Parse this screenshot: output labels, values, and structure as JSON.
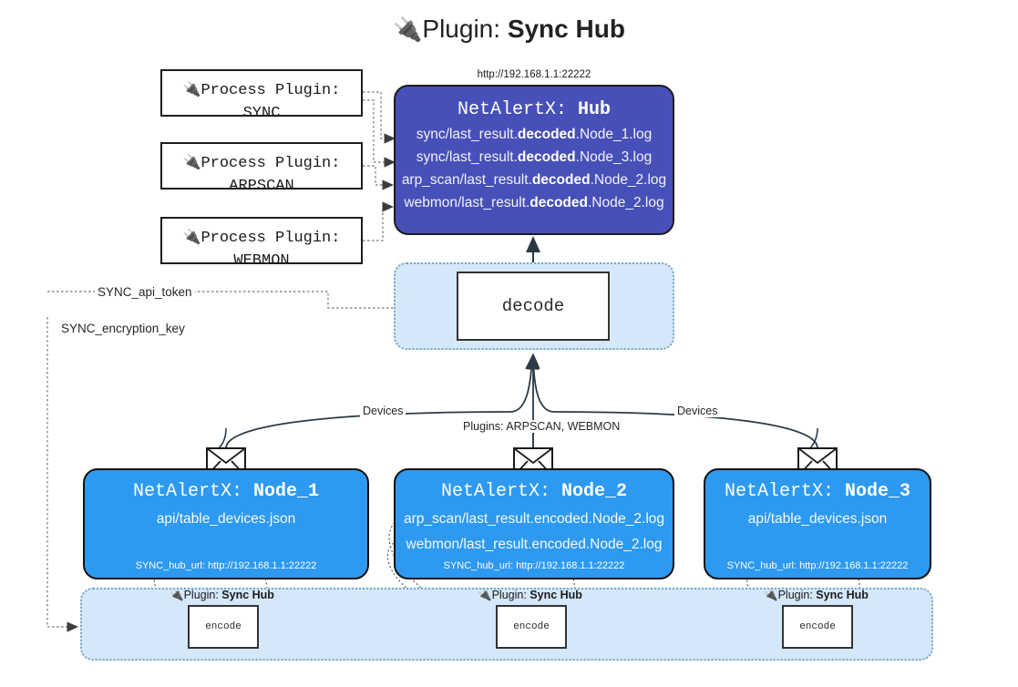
{
  "title": {
    "icon": "electric-plug-icon",
    "icon_glyph": "🔌",
    "prefix": "Plugin: ",
    "name": "Sync Hub"
  },
  "colors": {
    "hub_fill": "#4750b8",
    "node_fill": "#2e99f0",
    "cluster_fill": "#d4e8fa",
    "cluster_border": "#7aa7c7",
    "box_border": "#1d1d1d",
    "page_background": "#ffffff"
  },
  "process_plugins": [
    {
      "header": "Process Plugin:",
      "name": "SYNC",
      "icon": "electric-plug-icon"
    },
    {
      "header": "Process Plugin:",
      "name": "ARPSCAN",
      "icon": "electric-plug-icon"
    },
    {
      "header": "Process Plugin:",
      "name": "WEBMON",
      "icon": "electric-plug-icon"
    }
  ],
  "hub": {
    "url": "http://192.168.1.1:22222",
    "title_prefix": "NetAlertX: ",
    "title_name": "Hub",
    "lines": [
      {
        "pre": "sync/last_result.",
        "mid": "decoded",
        "post": ".Node_1.log"
      },
      {
        "pre": "sync/last_result.",
        "mid": "decoded",
        "post": ".Node_3.log"
      },
      {
        "pre": "arp_scan/last_result.",
        "mid": "decoded",
        "post": ".Node_2.log"
      },
      {
        "pre": "webmon/last_result.",
        "mid": "decoded",
        "post": ".Node_2.log"
      }
    ]
  },
  "decode": {
    "label": "decode"
  },
  "settings": {
    "api_token": "SYNC_api_token",
    "encryption_key": "SYNC_encryption_key"
  },
  "edges": {
    "devices_left": "Devices",
    "devices_right": "Devices",
    "plugins_center": "Plugins: ARPSCAN, WEBMON"
  },
  "nodes": [
    {
      "title_prefix": "NetAlertX: ",
      "title_name": "Node_1",
      "lines": [
        "api/table_devices.json"
      ],
      "footer": "SYNC_hub_url: http://192.168.1.1:22222",
      "mail_icon": "envelope-icon"
    },
    {
      "title_prefix": "NetAlertX: ",
      "title_name": "Node_2",
      "lines": [
        "arp_scan/last_result.encoded.Node_2.log",
        "webmon/last_result.encoded.Node_2.log"
      ],
      "footer": "SYNC_hub_url: http://192.168.1.1:22222",
      "mail_icon": "envelope-icon"
    },
    {
      "title_prefix": "NetAlertX: ",
      "title_name": "Node_3",
      "lines": [
        "api/table_devices.json"
      ],
      "footer": "SYNC_hub_url: http://192.168.1.1:22222",
      "mail_icon": "envelope-icon"
    }
  ],
  "encoders": [
    {
      "plugin_prefix": "Plugin: ",
      "plugin_name": "Sync Hub",
      "label": "encode",
      "icon": "electric-plug-icon"
    },
    {
      "plugin_prefix": "Plugin: ",
      "plugin_name": "Sync Hub",
      "label": "encode",
      "icon": "electric-plug-icon"
    },
    {
      "plugin_prefix": "Plugin: ",
      "plugin_name": "Sync Hub",
      "label": "encode",
      "icon": "electric-plug-icon"
    }
  ]
}
